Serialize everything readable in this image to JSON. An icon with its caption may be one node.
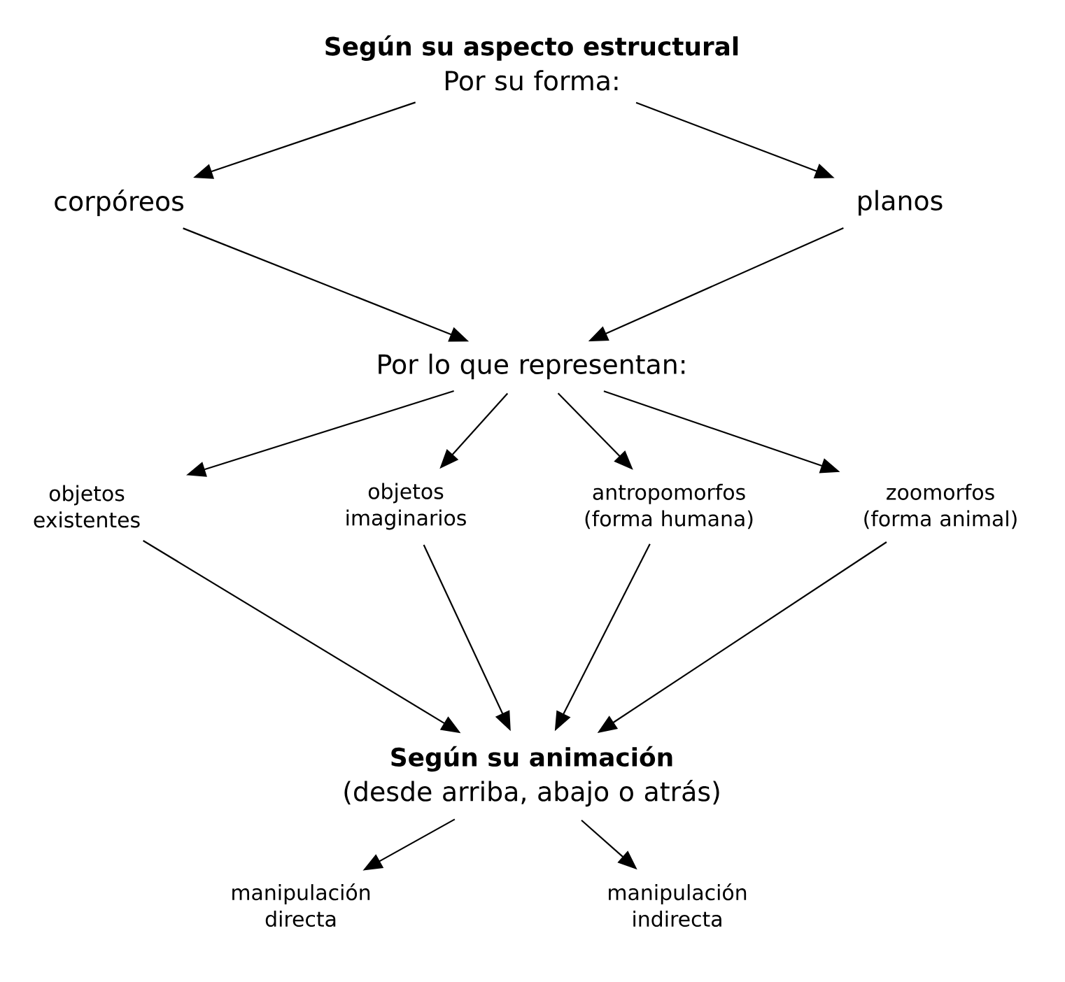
{
  "diagram": {
    "nodes": [
      {
        "text": [
          "Según su aspecto estructural",
          "Por su forma:"
        ]
      },
      {
        "text": [
          "corpóreos"
        ]
      },
      {
        "text": [
          "planos"
        ]
      },
      {
        "text": [
          "Por lo que representan:"
        ]
      },
      {
        "text": [
          "objetos existentes"
        ]
      },
      {
        "text": [
          "objetos imaginarios"
        ]
      },
      {
        "text": [
          "antropomorfos (forma humana)"
        ]
      },
      {
        "text": [
          "zoomorfos (forma animal)"
        ]
      },
      {
        "text": [
          "Según su animación",
          "(desde arriba, abajo o atrás)"
        ]
      },
      {
        "text": [
          "manipulación directa"
        ]
      },
      {
        "text": [
          "manipulación indirecta"
        ]
      }
    ],
    "edges": [
      {
        "from": 0,
        "to": 1,
        "arrow": "to"
      },
      {
        "from": 0,
        "to": 2,
        "arrow": "to"
      },
      {
        "from": 1,
        "to": 3,
        "arrow": "to"
      },
      {
        "from": 2,
        "to": 3,
        "arrow": "to"
      },
      {
        "from": 3,
        "to": 4,
        "arrow": "to"
      },
      {
        "from": 3,
        "to": 5,
        "arrow": "to"
      },
      {
        "from": 3,
        "to": 6,
        "arrow": "to"
      },
      {
        "from": 3,
        "to": 7,
        "arrow": "to"
      },
      {
        "from": 4,
        "to": 8,
        "arrow": "to"
      },
      {
        "from": 5,
        "to": 8,
        "arrow": "to"
      },
      {
        "from": 6,
        "to": 8,
        "arrow": "to"
      },
      {
        "from": 7,
        "to": 8,
        "arrow": "to"
      },
      {
        "from": 8,
        "to": 9,
        "arrow": "to"
      },
      {
        "from": 8,
        "to": 10,
        "arrow": "to"
      }
    ]
  }
}
